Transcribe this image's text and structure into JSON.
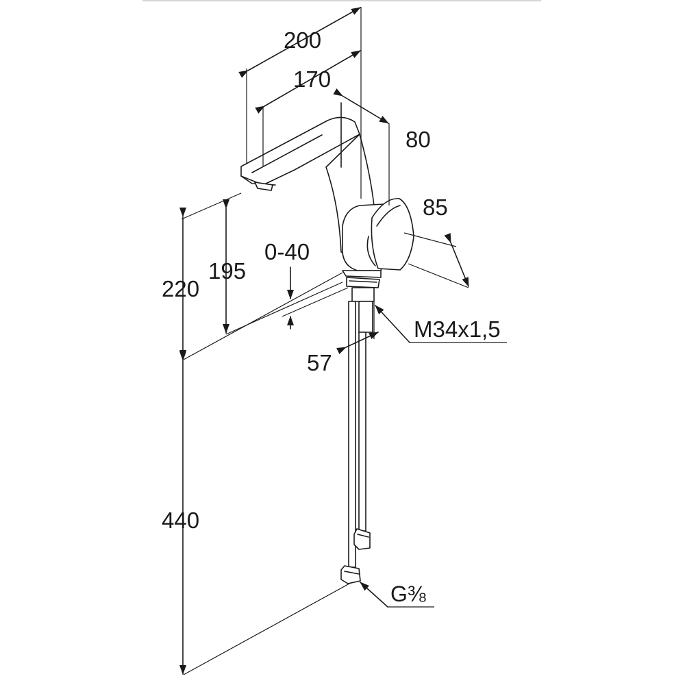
{
  "dimensions": {
    "d200": "200",
    "d170": "170",
    "d80": "80",
    "d85": "85",
    "d0_40": "0-40",
    "d195": "195",
    "d220": "220",
    "d57": "57",
    "thread": "M34x1,5",
    "d440": "440",
    "connection": "G⅜"
  },
  "colors": {
    "line": "#1a1a1a",
    "background": "#ffffff"
  }
}
